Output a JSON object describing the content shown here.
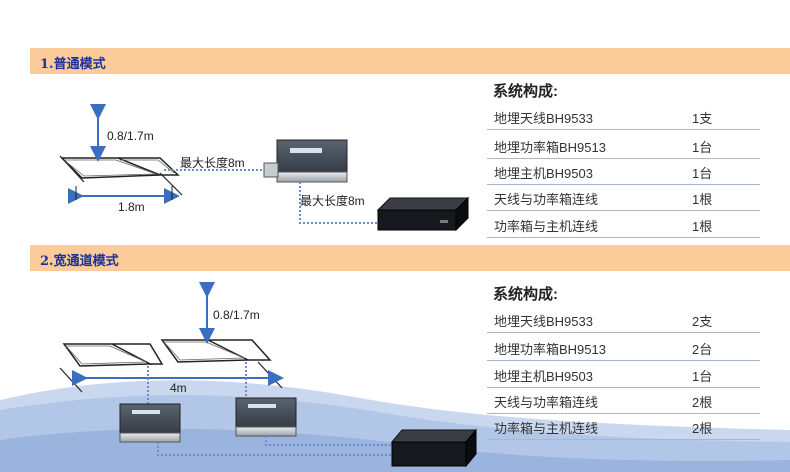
{
  "section1": {
    "title": "1.普通模式",
    "height_label": "0.8/1.7m",
    "width_label": "1.8m",
    "cable1_label": "最大长度8m",
    "cable2_label": "最大长度8m",
    "composition_title": "系统构成:",
    "rows": [
      {
        "name": "地埋天线BH9533",
        "qty": "1支"
      },
      {
        "name": "地埋功率箱BH9513",
        "qty": "1台"
      },
      {
        "name": "地埋主机BH9503",
        "qty": "1台"
      },
      {
        "name": "天线与功率箱连线",
        "qty": "1根"
      },
      {
        "name": "功率箱与主机连线",
        "qty": "1根"
      }
    ]
  },
  "section2": {
    "title": "2.宽通道模式",
    "height_label": "0.8/1.7m",
    "width_label": "4m",
    "composition_title": "系统构成:",
    "rows": [
      {
        "name": "地埋天线BH9533",
        "qty": "2支"
      },
      {
        "name": "地埋功率箱BH9513",
        "qty": "2台"
      },
      {
        "name": "地埋主机BH9503",
        "qty": "1台"
      },
      {
        "name": "天线与功率箱连线",
        "qty": "2根"
      },
      {
        "name": "功率箱与主机连线",
        "qty": "2根"
      }
    ]
  },
  "colors": {
    "band": "#fbcc9a",
    "title_text": "#1f2f9e",
    "arrow": "#3a6fc0",
    "dotted_cable": "#6a8fd0",
    "wave": "#c9d8ef"
  }
}
